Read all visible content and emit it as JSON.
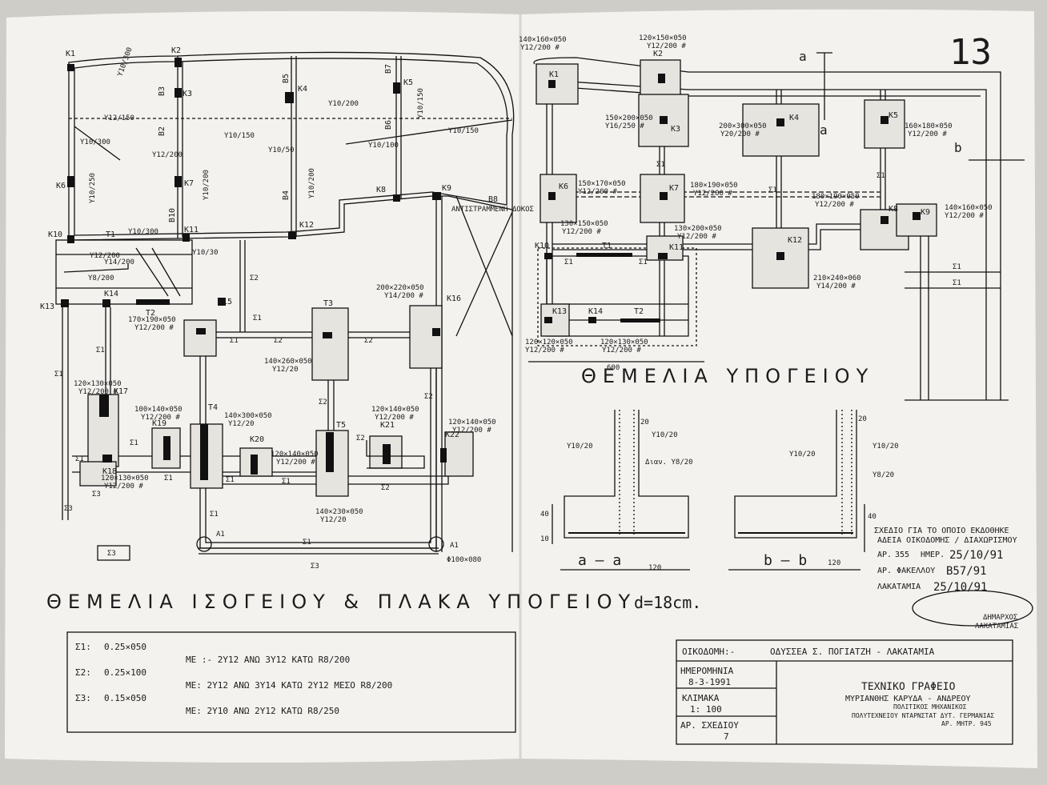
{
  "sheet_number": "13",
  "left_plan": {
    "title": "ΘΕΜΕΛΙΑ ΙΣΟΓΕΙΟΥ & ΠΛΑΚΑ ΥΠΟΓΕΙΟΥ",
    "thickness": "d=18cm.",
    "columns": [
      "K1",
      "K2",
      "K3",
      "K4",
      "K5",
      "K6",
      "K7",
      "K8",
      "K9",
      "K10",
      "K11",
      "K12",
      "K13",
      "K14",
      "K15",
      "K16",
      "K17",
      "K18",
      "K19",
      "K20",
      "K21",
      "K22"
    ],
    "beams": [
      "B3",
      "B2",
      "B5",
      "B7",
      "B6",
      "B4",
      "B10",
      "B8",
      "T1",
      "T2",
      "T3",
      "T4",
      "T5"
    ],
    "rebar_notes": [
      "Y10/300",
      "Y12/150",
      "Y10/200",
      "Y10/150",
      "Y10/250",
      "Y12/200",
      "Y14/200",
      "Y10/100",
      "Y10/50",
      "Y8/200",
      "Y10/30"
    ],
    "footings": [
      "200×220×050",
      "Y14/200 #",
      "170×190×050",
      "Y12/200 #",
      "140×260×050",
      "Y12/20",
      "120×130×050",
      "Y12/200 #",
      "100×140×050",
      "Y12/200 #",
      "140×300×050",
      "Y12/20",
      "120×140×050",
      "Y12/200 #",
      "140×230×050",
      "Y12/20",
      "120×130×050",
      "Y12/200 #"
    ],
    "beam_marks": [
      "Σ1",
      "Σ2",
      "Σ3"
    ],
    "retained_beam": "ΑΝΤΙΣΤΡΑΜΜΕΝΗ ΔΟΚΟΣ",
    "pile": "Φ100×080",
    "pile_marks": [
      "Α1",
      "Α1"
    ]
  },
  "right_plan": {
    "title": "ΘΕΜΕΛΙΑ ΥΠΟΓΕΙΟΥ",
    "columns": [
      "K1",
      "K2",
      "K3",
      "K4",
      "K5",
      "K6",
      "K7",
      "K8",
      "K9",
      "K10",
      "K11",
      "K12",
      "K13",
      "K14"
    ],
    "beams": [
      "T1",
      "T2"
    ],
    "footings": [
      "140×160×050",
      "Y12/200 #",
      "120×150×050",
      "Y12/200 #",
      "150×200×050",
      "Y16/250 #",
      "200×300×050",
      "Y20/200 #",
      "160×180×050",
      "Y12/200 #",
      "150×170×050",
      "Y12/200 #",
      "180×190×050",
      "Y12/200 #",
      "180×190×050",
      "Y12/200 #",
      "140×160×050",
      "Y12/200 #",
      "130×150×050",
      "Y12/200 #",
      "130×200×050",
      "Y12/200 #",
      "210×240×060",
      "Y14/200 #",
      "120×120×050",
      "Y12/200 #",
      "120×130×050",
      "Y12/200 #"
    ],
    "dim_600": "600",
    "section_marks": [
      "a",
      "a",
      "b"
    ]
  },
  "sections": {
    "aa": {
      "label": "a — a",
      "width": "120",
      "notes": [
        "Y10/20",
        "Y10/20",
        "Διαν. Y8/20",
        "20",
        "40",
        "10"
      ]
    },
    "bb": {
      "label": "b — b",
      "width": "120",
      "notes": [
        "Y10/20",
        "Y10/20",
        "Y8/20",
        "20",
        "40"
      ]
    }
  },
  "legend": [
    {
      "code": "Σ1:",
      "dims": "0.25×050",
      "text": "ΜΕ :- 2Y12 ΑΝΩ 3Y12 ΚΑΤΩ R8/200"
    },
    {
      "code": "Σ2:",
      "dims": "0.25×100",
      "text": "ΜΕ: 2Y12 ΑΝΩ 3Y14 ΚΑΤΩ 2Y12 ΜΕΣΟ R8/200"
    },
    {
      "code": "Σ3:",
      "dims": "0.15×050",
      "text": "ΜΕ: 2Y10 ΑΝΩ 2Y12 ΚΑΤΩ R8/250"
    }
  ],
  "approval": {
    "line1": "ΣΧΕΔΙΟ ΓΙΑ ΤΟ ΟΠΟΙΟ ΕΚΔΟΘΗΚΕ",
    "line2": "ΑΔΕΙΑ ΟΙΚΟΔΟΜΗΣ / ΔΙΑΧΩΡΙΣΜΟΥ",
    "ar_label": "ΑΡ.",
    "ar_value": "355",
    "date_label": "ΗΜΕΡ.",
    "date_value": "25/10/91",
    "file_label": "ΑΡ. ΦΑΚΕΛΛΟΥ",
    "file_value": "B57/91",
    "place": "ΛΑΚΑΤΑΜΙΑ",
    "place_date": "25/10/91",
    "stamp_line1": "ΔΗΜΑΡΧΟΣ",
    "stamp_line2": "ΛΑΚΑΤΑΜΙΑΣ"
  },
  "title_block": {
    "building_label": "ΟΙΚΟΔΟΜΗ:-",
    "building_value": "ΟΔΥΣΣΕΑ Σ. ΠΟΓΙΑΤΖΗ - ΛΑΚΑΤΑΜΙΑ",
    "date_label": "ΗΜΕΡΟΜΗΝΙΑ",
    "date_value": "8-3-1991",
    "scale_label": "ΚΛΙΜΑΚΑ",
    "scale_value": "1: 100",
    "drawing_label": "ΑΡ. ΣΧΕΔΙΟΥ",
    "drawing_value": "7",
    "office": "ΤΕΧΝΙΚΟ ΓΡΑΦΕΙΟ",
    "engineer": "ΜΥΡΙΑΝΘΗΣ ΚΑΡΥΔΑ - ΑΝΔΡΕΟΥ",
    "role": "ΠΟΛΙΤΙΚΟΣ ΜΗΧΑΝΙΚΟΣ",
    "school": "ΠΟΛΥΤΕΧΝΕΙΟΥ ΝΤΑΡΝΣΤΑΤ ΔΥΤ. ΓΕΡΜΑΝΙΑΣ",
    "reg": "ΑΡ. ΜΗΤΡ. 945"
  }
}
